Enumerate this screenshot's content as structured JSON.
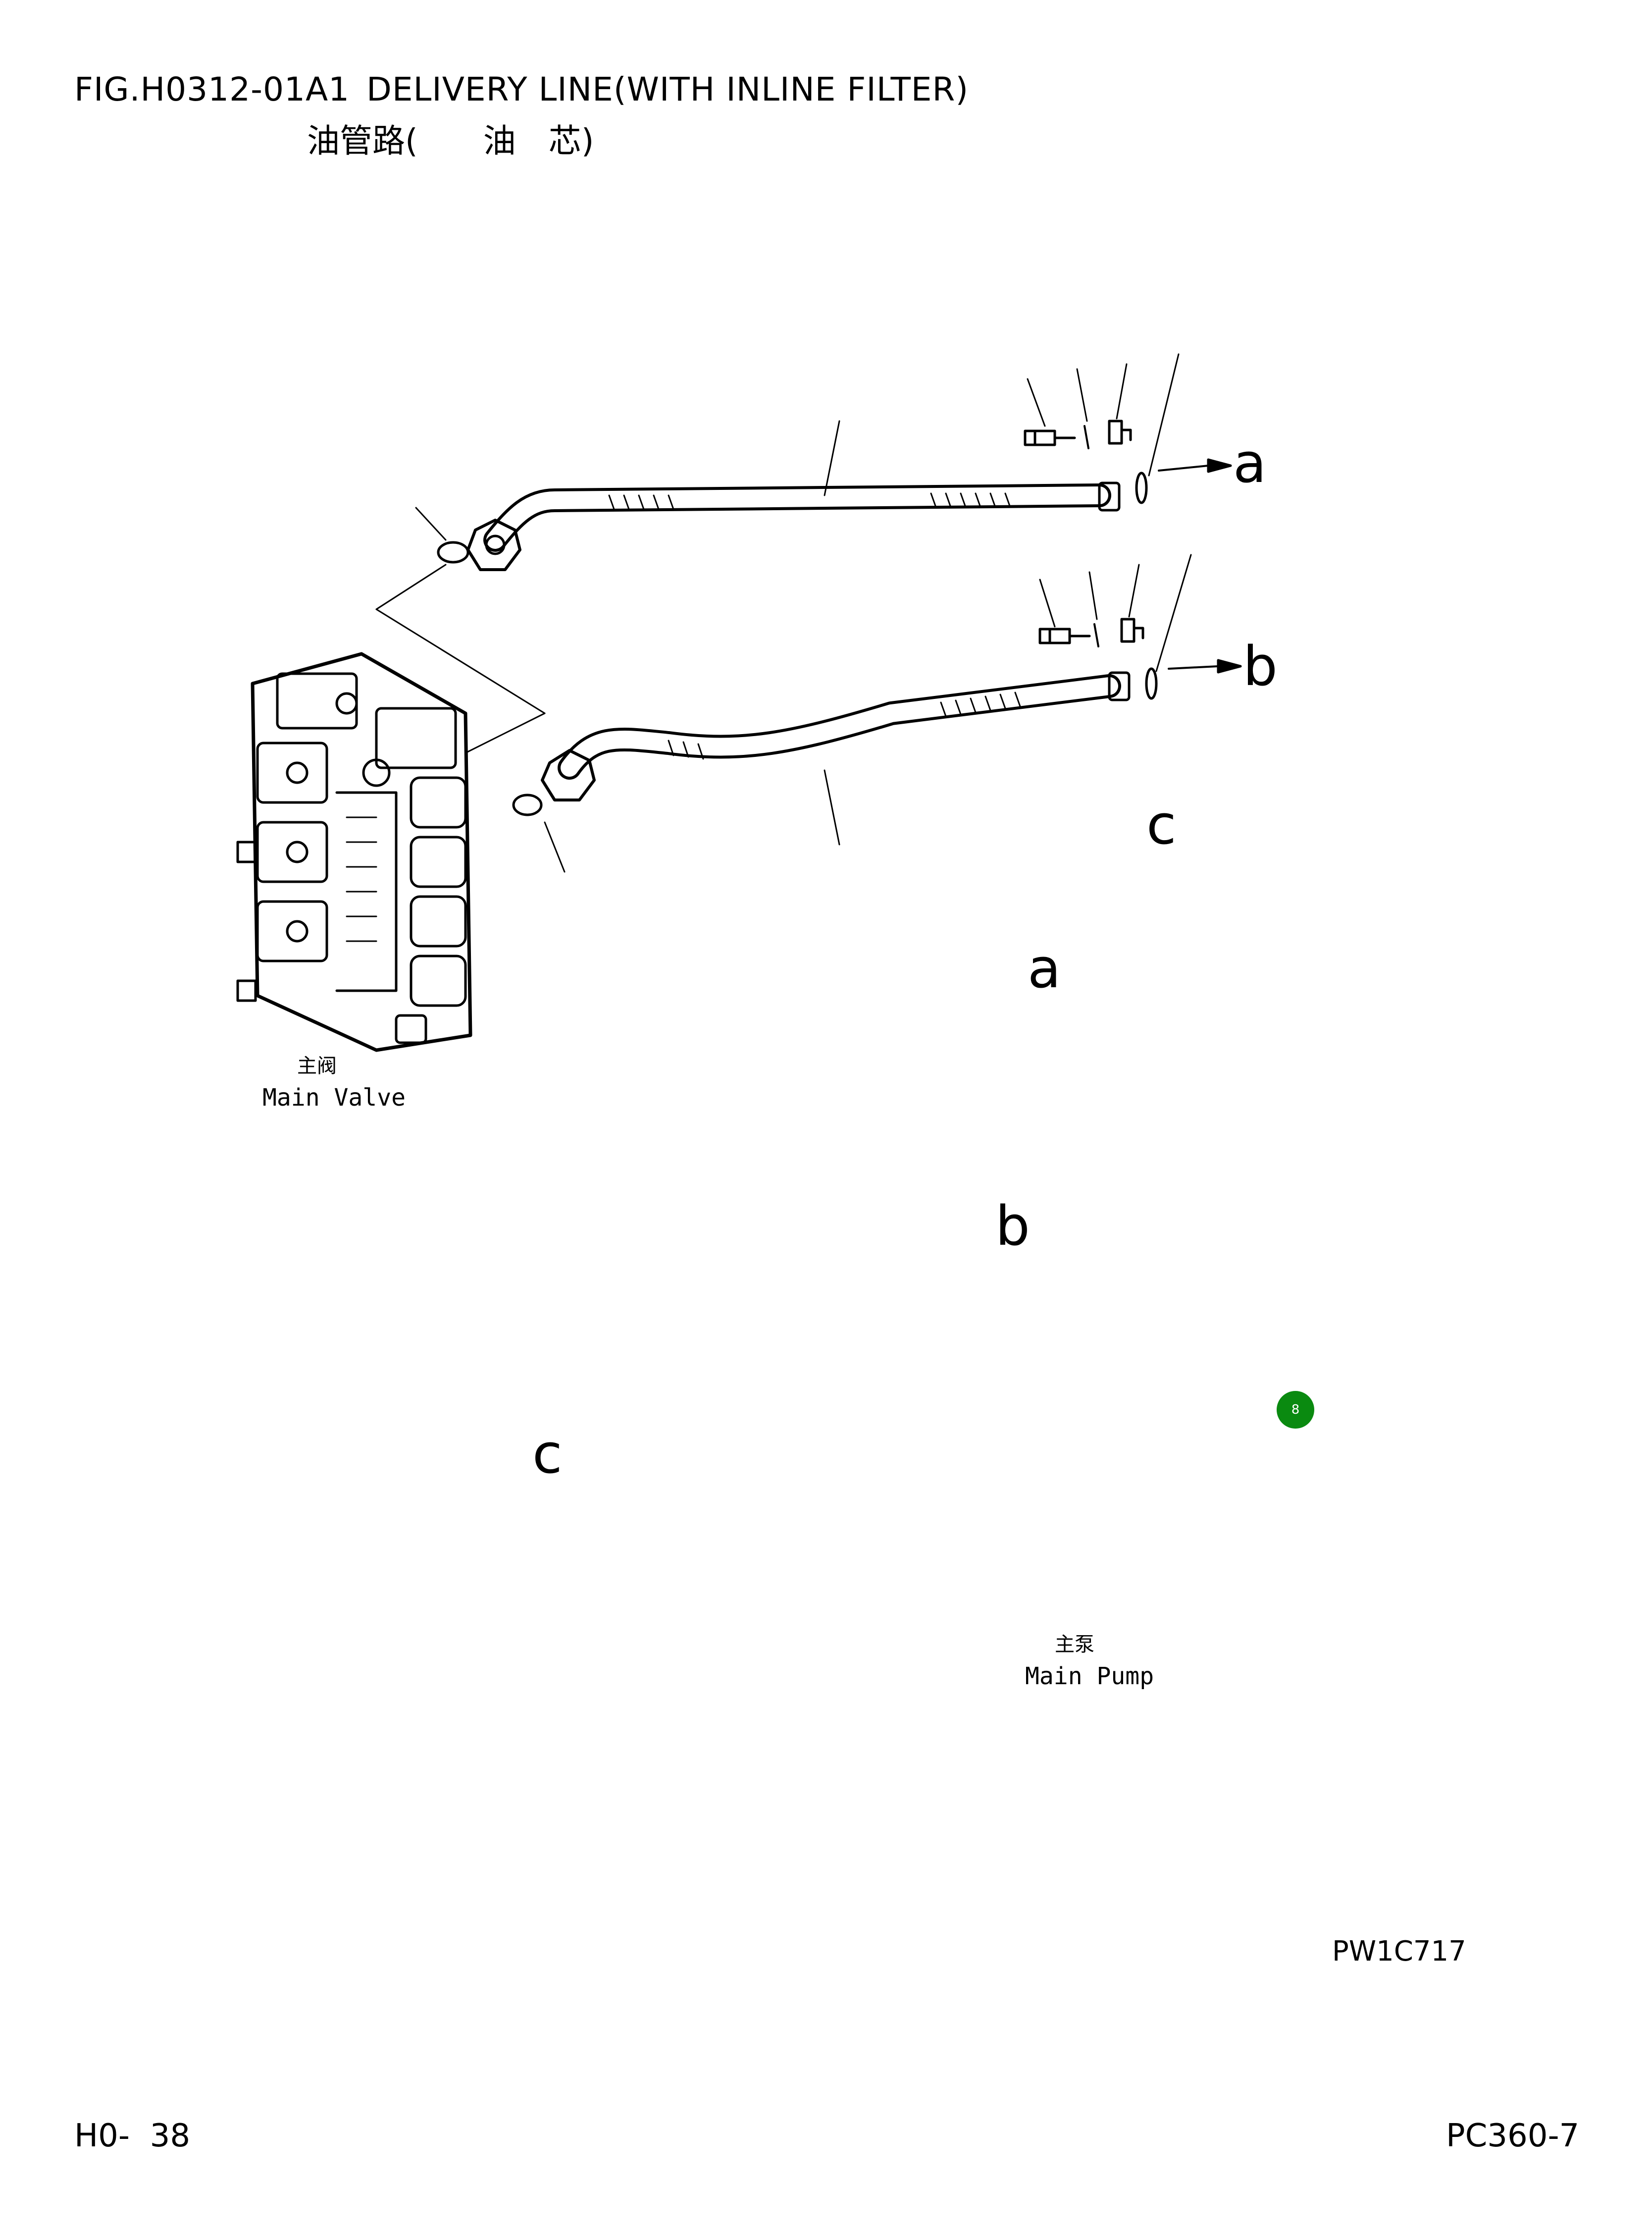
{
  "header": {
    "figure_id": "FIG.H0312-01A1",
    "title": "DELIVERY LINE(WITH INLINE FILTER)",
    "subtitle_cn": "油管路(　　油　芯)"
  },
  "labels": {
    "main_valve_cn": "主阀",
    "main_valve_en": "Main Valve",
    "main_pump_cn": "主泵",
    "main_pump_en": "Main Pump",
    "callout_a_top": "a",
    "callout_b_top": "b",
    "callout_c_top": "c",
    "callout_a_filter": "a",
    "callout_b_filter": "b",
    "callout_c_bottom": "c",
    "part_badge": "8",
    "drawing_code": "PW1C717"
  },
  "footer": {
    "page": "H0-  38",
    "model": "PC360-7"
  },
  "colors": {
    "line": "#000000",
    "badge": "#0a8a10"
  }
}
